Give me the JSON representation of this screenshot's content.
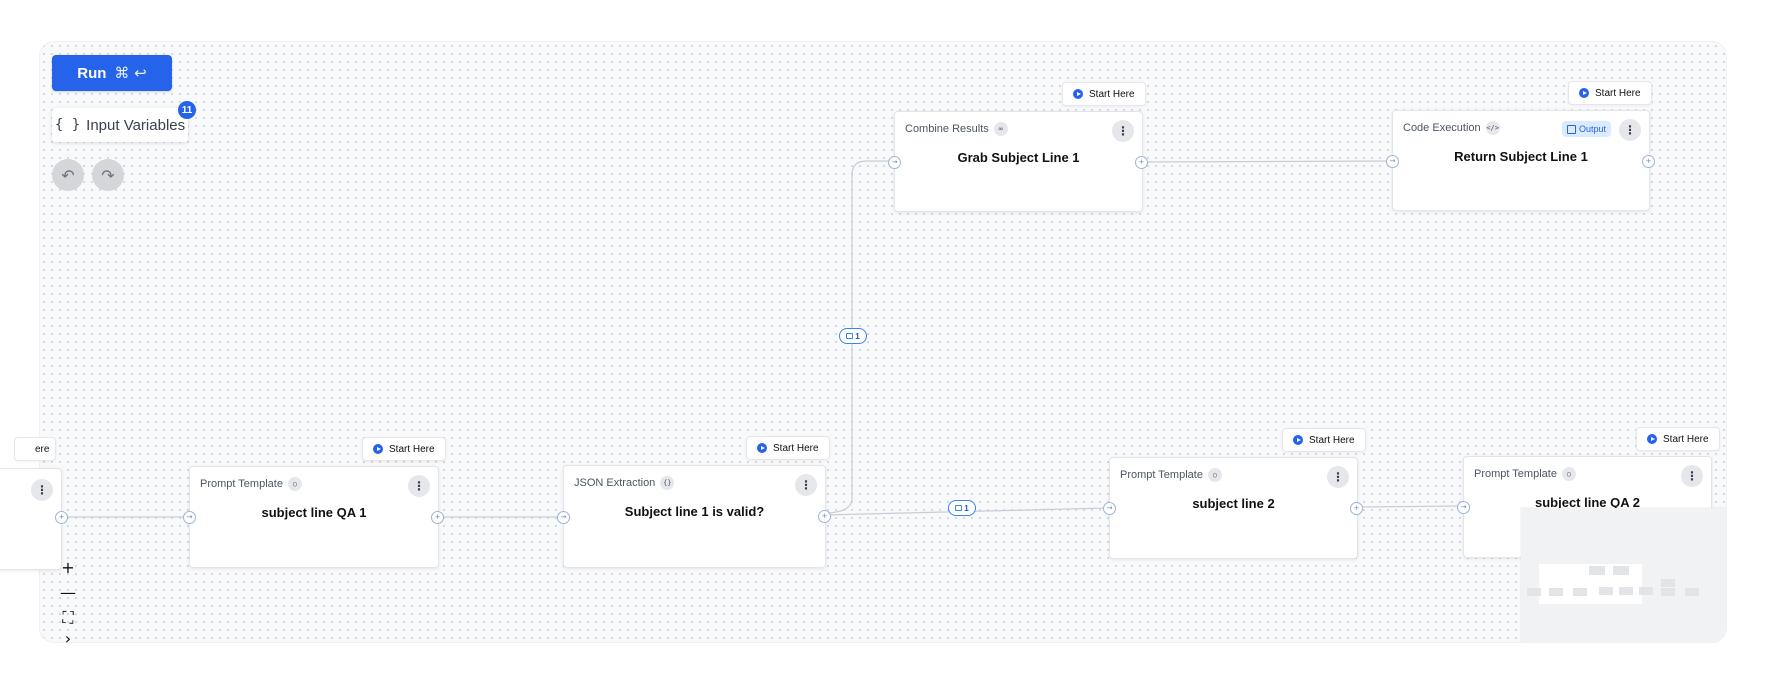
{
  "toolbar": {
    "run_label": "Run",
    "run_shortcut": "⌘ ↩",
    "input_variables_label": "Input Variables",
    "input_variables_braces": "{ }",
    "input_variables_count": "11",
    "undo_icon": "↶",
    "redo_icon": "↷"
  },
  "start_here_label": "Start Here",
  "partial_start_here_label": "ere",
  "nodes": [
    {
      "type": "Prompt Template",
      "title": "subject line QA 1",
      "icon": "message-icon"
    },
    {
      "type": "JSON Extraction",
      "title": "Subject line 1 is valid?",
      "icon": "braces-icon"
    },
    {
      "type": "Combine Results",
      "title": "Grab Subject Line 1",
      "icon": "link-icon"
    },
    {
      "type": "Code Execution",
      "title": "Return Subject Line 1",
      "icon": "code-icon",
      "badge": "Output"
    },
    {
      "type": "Prompt Template",
      "title": "subject line 2",
      "icon": "message-icon"
    },
    {
      "type": "Prompt Template",
      "title": "subject line QA 2",
      "icon": "message-icon"
    }
  ],
  "edge_labels": [
    "1",
    "1"
  ],
  "zoom": {
    "in": "+",
    "out": "—",
    "fit": "⛶",
    "more": "›"
  },
  "colors": {
    "accent": "#2563eb",
    "canvas": "#f8f9fb",
    "edge": "#c4ccd8"
  }
}
